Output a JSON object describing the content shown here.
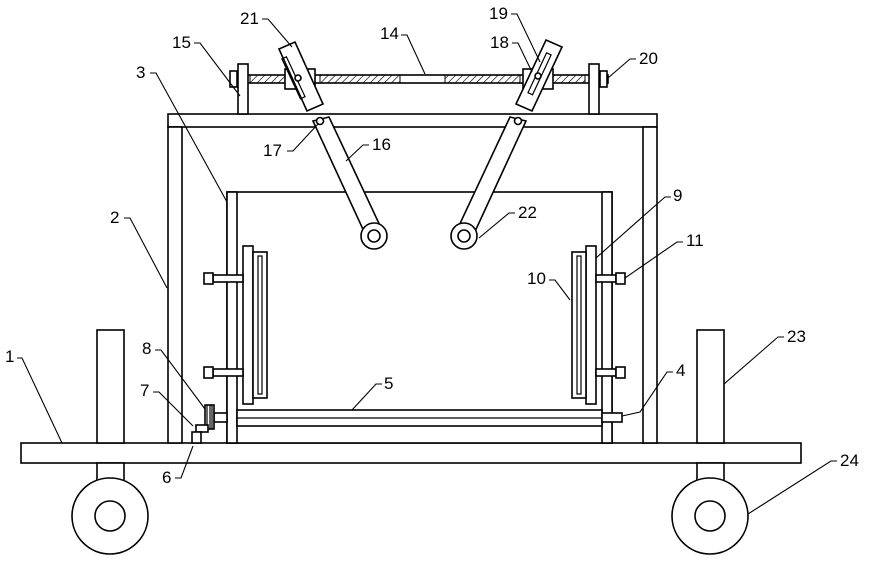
{
  "labels": {
    "l1": "1",
    "l2": "2",
    "l3": "3",
    "l4": "4",
    "l5": "5",
    "l6": "6",
    "l7": "7",
    "l8": "8",
    "l9": "9",
    "l10": "10",
    "l11": "11",
    "l14": "14",
    "l15": "15",
    "l16": "16",
    "l17": "17",
    "l18": "18",
    "l19": "19",
    "l20": "20",
    "l21": "21",
    "l22": "22",
    "l23": "23",
    "l24": "24"
  }
}
